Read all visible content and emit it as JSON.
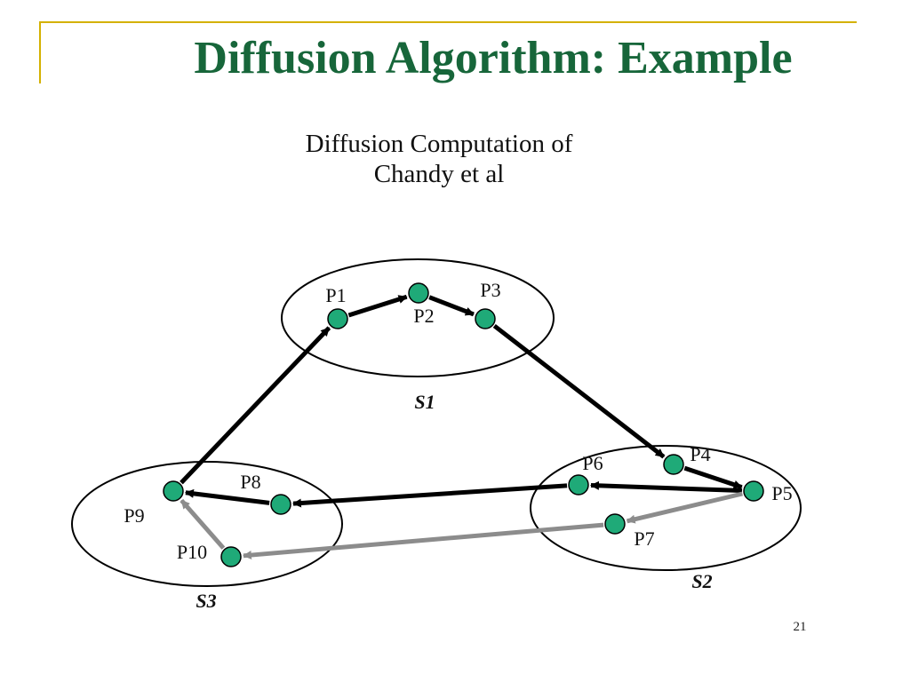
{
  "slide": {
    "title": "Diffusion Algorithm: Example",
    "subtitle_line1": "Diffusion Computation of",
    "subtitle_line2": "Chandy et al",
    "page_number": "21"
  },
  "colors": {
    "title": "#17663a",
    "frame": "#d4b100",
    "node_fill": "#1faa78",
    "arrow_black": "#000000",
    "arrow_gray": "#8c8c8c"
  },
  "diagram": {
    "sites": [
      {
        "id": "S1",
        "label": "S1"
      },
      {
        "id": "S2",
        "label": "S2"
      },
      {
        "id": "S3",
        "label": "S3"
      }
    ],
    "processes": [
      {
        "id": "P1",
        "label": "P1"
      },
      {
        "id": "P2",
        "label": "P2"
      },
      {
        "id": "P3",
        "label": "P3"
      },
      {
        "id": "P4",
        "label": "P4"
      },
      {
        "id": "P5",
        "label": "P5"
      },
      {
        "id": "P6",
        "label": "P6"
      },
      {
        "id": "P7",
        "label": "P7"
      },
      {
        "id": "P8",
        "label": "P8"
      },
      {
        "id": "P9",
        "label": "P9"
      },
      {
        "id": "P10",
        "label": "P10"
      }
    ],
    "edges": [
      {
        "from": "P9",
        "to": "P1",
        "style": "black"
      },
      {
        "from": "P1",
        "to": "P2",
        "style": "black"
      },
      {
        "from": "P2",
        "to": "P3",
        "style": "black"
      },
      {
        "from": "P3",
        "to": "P4",
        "style": "black"
      },
      {
        "from": "P4",
        "to": "P5",
        "style": "black"
      },
      {
        "from": "P5",
        "to": "P6",
        "style": "black"
      },
      {
        "from": "P6",
        "to": "P8",
        "style": "black"
      },
      {
        "from": "P8",
        "to": "P9",
        "style": "black"
      },
      {
        "from": "P5",
        "to": "P7",
        "style": "gray"
      },
      {
        "from": "P7",
        "to": "P10",
        "style": "gray"
      },
      {
        "from": "P10",
        "to": "P9",
        "style": "gray"
      }
    ]
  }
}
